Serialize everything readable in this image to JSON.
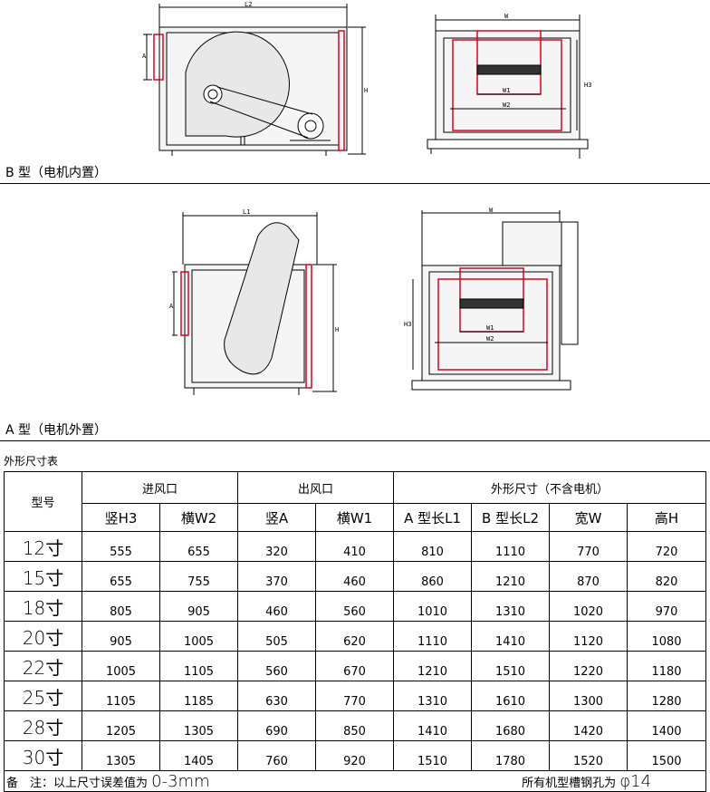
{
  "drawings": {
    "top": {
      "dim_l": "L2",
      "dim_a": "A",
      "dim_h": "H",
      "dim_w": "W",
      "dim_w1": "W1",
      "dim_w2": "W2",
      "dim_h3": "H3"
    },
    "bottom": {
      "dim_l": "L1",
      "dim_a": "A",
      "dim_h": "H",
      "dim_w": "W",
      "dim_w1": "W1",
      "dim_w2": "W2",
      "dim_h3": "H3"
    },
    "colors": {
      "line": "#000000",
      "accent": "#e0001b",
      "fill": "#e8e8e8"
    }
  },
  "captions": {
    "type_b": "B 型（电机内置）",
    "type_a": "A 型（电机外置）"
  },
  "table": {
    "title": "外形尺寸表",
    "group_headers": {
      "model": "型号",
      "inlet": "进风口",
      "outlet": "出风口",
      "outer": "外形尺寸（不含电机）"
    },
    "sub_headers": [
      "竖H3",
      "横W2",
      "竖A",
      "横W1",
      "A 型长L1",
      "B 型长L2",
      "宽W",
      "高H"
    ],
    "rows": [
      {
        "model": "12寸",
        "v": [
          "555",
          "655",
          "320",
          "410",
          "810",
          "1110",
          "770",
          "720"
        ]
      },
      {
        "model": "15寸",
        "v": [
          "655",
          "755",
          "370",
          "460",
          "860",
          "1210",
          "870",
          "820"
        ]
      },
      {
        "model": "18寸",
        "v": [
          "805",
          "905",
          "460",
          "560",
          "1010",
          "1310",
          "1020",
          "970"
        ]
      },
      {
        "model": "20寸",
        "v": [
          "905",
          "1005",
          "505",
          "620",
          "1110",
          "1410",
          "1120",
          "1080"
        ]
      },
      {
        "model": "22寸",
        "v": [
          "1005",
          "1105",
          "560",
          "670",
          "1210",
          "1510",
          "1220",
          "1180"
        ]
      },
      {
        "model": "25寸",
        "v": [
          "1105",
          "1185",
          "630",
          "770",
          "1310",
          "1610",
          "1300",
          "1280"
        ]
      },
      {
        "model": "28寸",
        "v": [
          "1205",
          "1305",
          "690",
          "850",
          "1410",
          "1680",
          "1420",
          "1400"
        ]
      },
      {
        "model": "30寸",
        "v": [
          "1305",
          "1405",
          "760",
          "920",
          "1510",
          "1780",
          "1520",
          "1500"
        ]
      }
    ],
    "note_label": "备　注：以上尺寸误差值为",
    "note_value": "0-3mm",
    "hole_label": "所有机型槽钢孔为",
    "hole_value": "φ14"
  }
}
